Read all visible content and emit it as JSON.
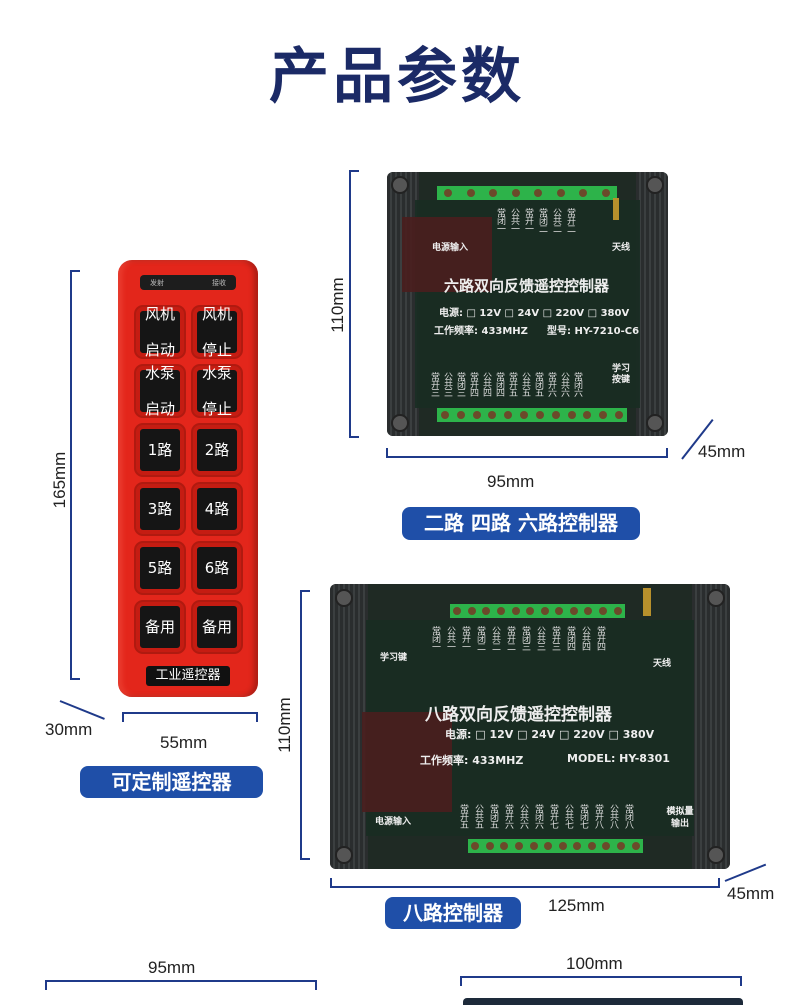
{
  "title": "产品参数",
  "remote": {
    "indicator_left": "发射",
    "indicator_right": "接收",
    "buttons": [
      [
        "风机",
        "启动"
      ],
      [
        "风机",
        "停止"
      ],
      [
        "水泵",
        "启动"
      ],
      [
        "水泵",
        "停止"
      ],
      [
        "1路"
      ],
      [
        "2路"
      ],
      [
        "3路"
      ],
      [
        "4路"
      ],
      [
        "5路"
      ],
      [
        "6路"
      ],
      [
        "备用"
      ],
      [
        "备用"
      ]
    ],
    "label": "工业遥控器",
    "dim_height": "165mm",
    "dim_depth": "30mm",
    "dim_width": "55mm",
    "caption": "可定制遥控器"
  },
  "controller6": {
    "title": "六路双向反馈遥控控制器",
    "power_input": "电源输入",
    "antenna": "天线",
    "learn_button": "学习按键",
    "power": "电源: □ 12V □ 24V □ 220V □ 380V",
    "freq": "工作频率: 433MHZ",
    "model": "型号: HY-7210-C6",
    "top_terminals": [
      "常闭一",
      "公共一",
      "常开一",
      "常闭二",
      "公共二",
      "常开二"
    ],
    "bottom_terminals": [
      "常开三",
      "公共三",
      "常闭三",
      "常开四",
      "公共四",
      "常闭四",
      "常开五",
      "公共五",
      "常闭五",
      "常开六",
      "公共六",
      "常闭六"
    ],
    "dim_height": "110mm",
    "dim_width": "95mm",
    "dim_depth": "45mm",
    "caption": "二路 四路 六路控制器"
  },
  "controller8": {
    "title": "八路双向反馈遥控控制器",
    "learn_button": "学习键",
    "antenna": "天线",
    "power_input": "电源输入",
    "analog_output": "模拟量输出",
    "power": "电源: □ 12V □ 24V □ 220V □ 380V",
    "freq": "工作频率: 433MHZ",
    "model": "MODEL: HY-8301",
    "top_terminals": [
      "常闭一",
      "公共一",
      "常开一",
      "常闭二",
      "公共二",
      "常开二",
      "常闭三",
      "公共三",
      "常开三",
      "常闭四",
      "公共四",
      "常开四"
    ],
    "bottom_terminals": [
      "常开五",
      "公共五",
      "常闭五",
      "常开六",
      "公共六",
      "常闭六",
      "常开七",
      "公共七",
      "常闭七",
      "常开八",
      "公共八",
      "常闭八"
    ],
    "dim_height": "110mm",
    "dim_width": "125mm",
    "dim_depth": "45mm",
    "caption": "八路控制器"
  },
  "bottom": {
    "dim_left": "95mm",
    "dim_right": "100mm"
  }
}
